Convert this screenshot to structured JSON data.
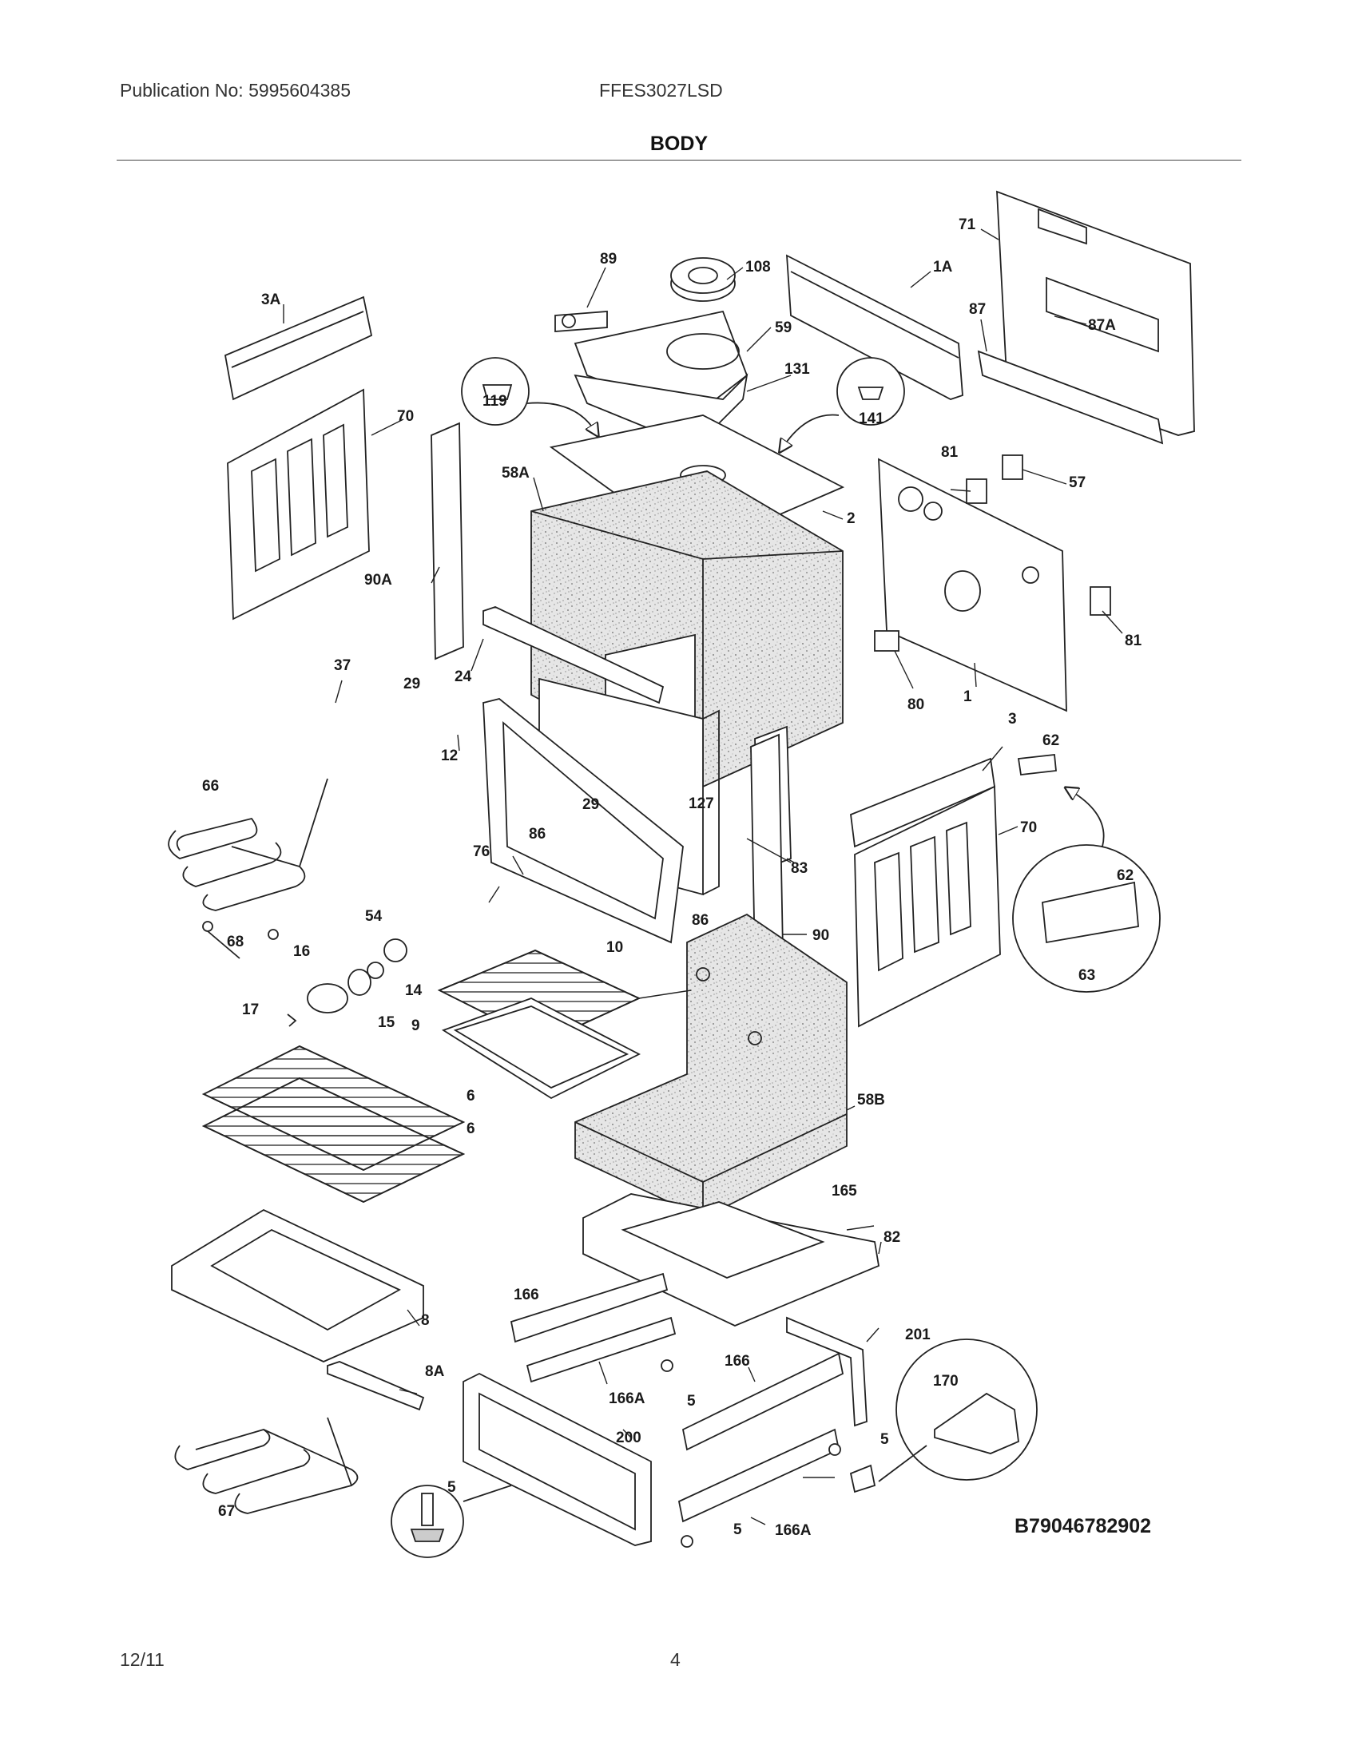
{
  "header": {
    "publication": "Publication No: 5995604385",
    "model": "FFES3027LSD"
  },
  "section_title": "BODY",
  "diagram_ref": "B79046782902",
  "footer": {
    "date": "12/11",
    "page": "4"
  },
  "callouts": [
    {
      "id": "c-71",
      "label": "71"
    },
    {
      "id": "c-1a",
      "label": "1A"
    },
    {
      "id": "c-87",
      "label": "87"
    },
    {
      "id": "c-87a",
      "label": "87A"
    },
    {
      "id": "c-3a",
      "label": "3A"
    },
    {
      "id": "c-89",
      "label": "89"
    },
    {
      "id": "c-108",
      "label": "108"
    },
    {
      "id": "c-59",
      "label": "59"
    },
    {
      "id": "c-131",
      "label": "131"
    },
    {
      "id": "c-119",
      "label": "119"
    },
    {
      "id": "c-141",
      "label": "141"
    },
    {
      "id": "c-70a",
      "label": "70"
    },
    {
      "id": "c-58a",
      "label": "58A"
    },
    {
      "id": "c-2",
      "label": "2"
    },
    {
      "id": "c-81a",
      "label": "81"
    },
    {
      "id": "c-57",
      "label": "57"
    },
    {
      "id": "c-90a",
      "label": "90A"
    },
    {
      "id": "c-81b",
      "label": "81"
    },
    {
      "id": "c-37",
      "label": "37"
    },
    {
      "id": "c-29a",
      "label": "29"
    },
    {
      "id": "c-24",
      "label": "24"
    },
    {
      "id": "c-80",
      "label": "80"
    },
    {
      "id": "c-1",
      "label": "1"
    },
    {
      "id": "c-12",
      "label": "12"
    },
    {
      "id": "c-3",
      "label": "3"
    },
    {
      "id": "c-62a",
      "label": "62"
    },
    {
      "id": "c-66",
      "label": "66"
    },
    {
      "id": "c-29b",
      "label": "29"
    },
    {
      "id": "c-127",
      "label": "127"
    },
    {
      "id": "c-86a",
      "label": "86"
    },
    {
      "id": "c-70b",
      "label": "70"
    },
    {
      "id": "c-76",
      "label": "76"
    },
    {
      "id": "c-83",
      "label": "83"
    },
    {
      "id": "c-62b",
      "label": "62"
    },
    {
      "id": "c-68",
      "label": "68"
    },
    {
      "id": "c-54",
      "label": "54"
    },
    {
      "id": "c-86b",
      "label": "86"
    },
    {
      "id": "c-90",
      "label": "90"
    },
    {
      "id": "c-16",
      "label": "16"
    },
    {
      "id": "c-10",
      "label": "10"
    },
    {
      "id": "c-14",
      "label": "14"
    },
    {
      "id": "c-63",
      "label": "63"
    },
    {
      "id": "c-17",
      "label": "17"
    },
    {
      "id": "c-15",
      "label": "15"
    },
    {
      "id": "c-9",
      "label": "9"
    },
    {
      "id": "c-6a",
      "label": "6"
    },
    {
      "id": "c-58b",
      "label": "58B"
    },
    {
      "id": "c-6b",
      "label": "6"
    },
    {
      "id": "c-165",
      "label": "165"
    },
    {
      "id": "c-82",
      "label": "82"
    },
    {
      "id": "c-8",
      "label": "8"
    },
    {
      "id": "c-166a",
      "label": "166"
    },
    {
      "id": "c-201",
      "label": "201"
    },
    {
      "id": "c-8a",
      "label": "8A"
    },
    {
      "id": "c-170",
      "label": "170"
    },
    {
      "id": "c-166b",
      "label": "166"
    },
    {
      "id": "c-166ab",
      "label": "166A"
    },
    {
      "id": "c-5a",
      "label": "5"
    },
    {
      "id": "c-200",
      "label": "200"
    },
    {
      "id": "c-5b",
      "label": "5"
    },
    {
      "id": "c-67",
      "label": "67"
    },
    {
      "id": "c-5c",
      "label": "5"
    },
    {
      "id": "c-5d",
      "label": "5"
    },
    {
      "id": "c-166ac",
      "label": "166A"
    }
  ]
}
